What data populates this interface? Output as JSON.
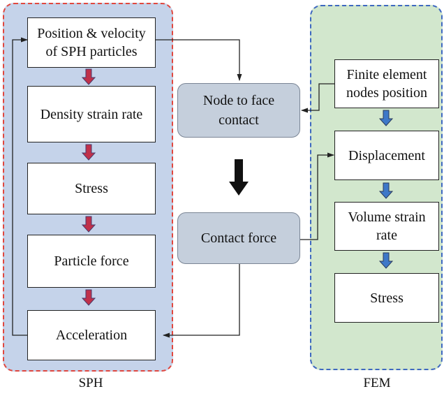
{
  "sph": {
    "label": "SPH",
    "boxes": [
      {
        "l1": "Position & velocity",
        "l2": "of SPH particles"
      },
      {
        "l1": "Density strain rate",
        "l2": ""
      },
      {
        "l1": "Stress",
        "l2": ""
      },
      {
        "l1": "Particle force",
        "l2": ""
      },
      {
        "l1": "Acceleration",
        "l2": ""
      }
    ]
  },
  "fem": {
    "label": "FEM",
    "boxes": [
      {
        "l1": "Finite element",
        "l2": "nodes position"
      },
      {
        "l1": "Displacement",
        "l2": ""
      },
      {
        "l1": "Volume strain",
        "l2": "rate"
      },
      {
        "l1": "Stress",
        "l2": ""
      }
    ]
  },
  "middle": {
    "contact": {
      "l1": "Node to face",
      "l2": "contact"
    },
    "force": {
      "l1": "Contact force",
      "l2": ""
    }
  },
  "colors": {
    "sph_bg": "#c5d3ea",
    "sph_border": "#e0473f",
    "fem_bg": "#d2e7cd",
    "fem_border": "#3e68c0",
    "sph_arrow": "#c0304a",
    "fem_arrow": "#3e78c8",
    "middle_box": "#c5cfdc"
  }
}
